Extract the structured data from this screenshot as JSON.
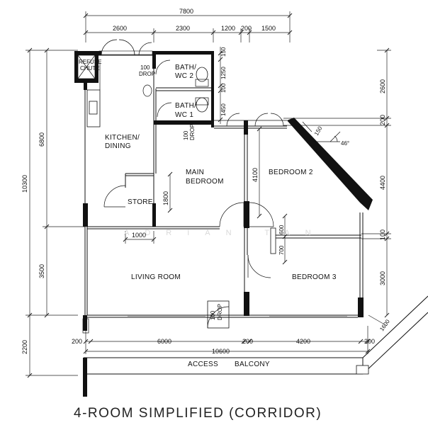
{
  "caption": "4-ROOM SIMPLIFIED (CORRIDOR)",
  "watermark": "ADRIAN TAN",
  "rooms": {
    "refuse_chute": [
      "REFUSE",
      "CHUTE"
    ],
    "bath_wc2": [
      "BATH/",
      "WC 2"
    ],
    "bath_wc1": [
      "BATH/",
      "WC 1"
    ],
    "kitchen": [
      "KITCHEN/",
      "DINING"
    ],
    "main_bedroom": [
      "MAIN",
      "BEDROOM"
    ],
    "bedroom2": "BEDROOM 2",
    "store": "STORE",
    "living_room": "LIVING ROOM",
    "bedroom3": "BEDROOM 3",
    "access_balcony": [
      "ACCESS",
      "BALCONY"
    ]
  },
  "drops": {
    "drop1": [
      "100",
      "DROP"
    ],
    "drop2": [
      "100",
      "DROP"
    ],
    "drop3": [
      "100",
      "DROP"
    ]
  },
  "dimensions": {
    "top_total": "7800",
    "top_2600": "2600",
    "top_2300": "2300",
    "top_1200": "1200",
    "top_200": "200",
    "top_1500": "1500",
    "left_10300": "10300",
    "left_6800": "6800",
    "left_3500": "3500",
    "left_2200": "2200",
    "right_2600": "2600",
    "right_200": "200",
    "right_4400": "4400",
    "right_100": "100",
    "right_3000": "3000",
    "bath_150": "150",
    "bath_1250": "1250",
    "bath_100": "100",
    "bath_1450": "1450",
    "store_1800": "1800",
    "store_1000": "1000",
    "b2_4100": "4100",
    "b3_600": "600",
    "b3_700": "700",
    "corner_150": "150",
    "angle": "46°",
    "diag_1600": "1600",
    "bottom_200a": "200",
    "bottom_6000": "6000",
    "bottom_200b": "200",
    "bottom_4200": "4200",
    "bottom_200c": "200",
    "bottom_10600": "10600"
  }
}
